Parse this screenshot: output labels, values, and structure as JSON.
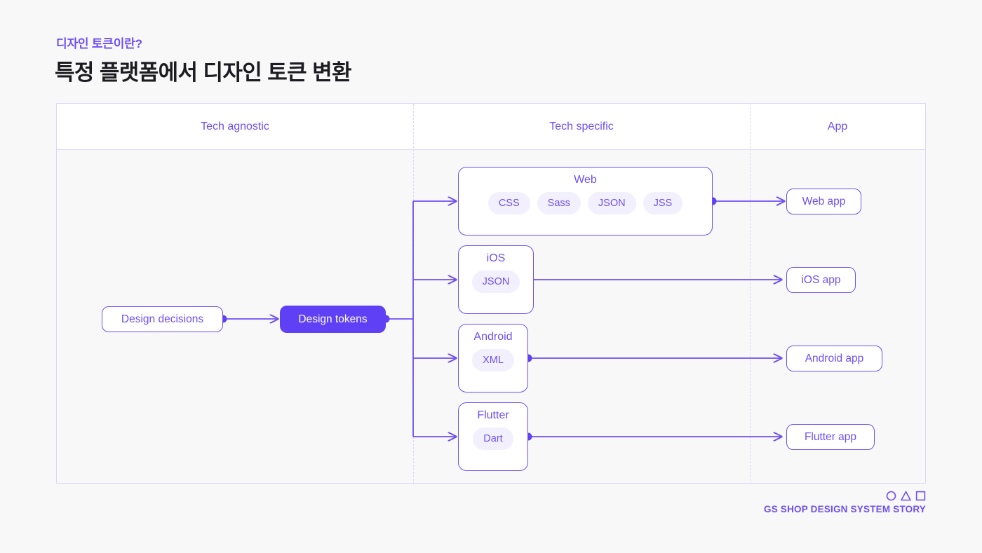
{
  "header": {
    "eyebrow": "디자인 토큰이란?",
    "title": "특정 플랫폼에서 디자인 토큰 변환"
  },
  "columns": [
    {
      "label": "Tech agnostic"
    },
    {
      "label": "Tech specific"
    },
    {
      "label": "App"
    }
  ],
  "nodes": {
    "design_decisions": "Design decisions",
    "design_tokens": "Design tokens"
  },
  "platforms": [
    {
      "name": "Web",
      "formats": [
        "CSS",
        "Sass",
        "JSON",
        "JSS"
      ],
      "app": "Web app"
    },
    {
      "name": "iOS",
      "formats": [
        "JSON"
      ],
      "app": "iOS app"
    },
    {
      "name": "Android",
      "formats": [
        "XML"
      ],
      "app": "Android app"
    },
    {
      "name": "Flutter",
      "formats": [
        "Dart"
      ],
      "app": "Flutter app"
    }
  ],
  "footer": {
    "marks": [
      "circle-mark",
      "triangle-mark",
      "square-mark"
    ],
    "text": "GS SHOP DESIGN SYSTEM STORY"
  },
  "colors": {
    "accent": "#6f4ff2",
    "accent_fill": "#6040f5",
    "chip_bg": "#f3f0fe",
    "frame_border": "#dcd6fb",
    "page_bg": "#f8f8f9",
    "title_text": "#1b1b20"
  }
}
